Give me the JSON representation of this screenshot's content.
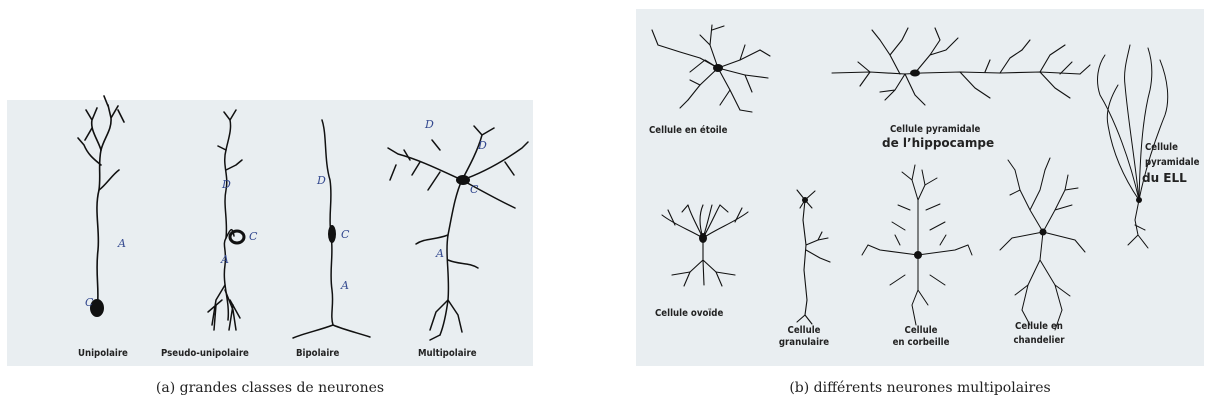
{
  "figure_a": {
    "caption": "(a) grandes classes de neurones",
    "labels": {
      "unipolaire": "Unipolaire",
      "pseudo_unipolaire": "Pseudo-unipolaire",
      "bipolaire": "Bipolaire",
      "multipolaire": "Multipolaire"
    },
    "letters": {
      "dendrite": "D",
      "axon": "A",
      "cell_body": "C"
    }
  },
  "figure_b": {
    "caption": "(b) différents neurones multipolaires",
    "labels": {
      "etoile": "Cellule en étoile",
      "pyramidale_hippocampe_l1": "Cellule pyramidale",
      "pyramidale_hippocampe_l2": "de l’hippocampe",
      "pyramidale_ell_l1": "Cellule",
      "pyramidale_ell_l2": "pyramidale",
      "pyramidale_ell_l3": "du ELL",
      "ovoide": "Cellule ovoïde",
      "granulaire_l1": "Cellule",
      "granulaire_l2": "granulaire",
      "corbeille_l1": "Cellule",
      "corbeille_l2": "en corbeille",
      "chandelier_l1": "Cellule en",
      "chandelier_l2": "chandelier"
    }
  }
}
